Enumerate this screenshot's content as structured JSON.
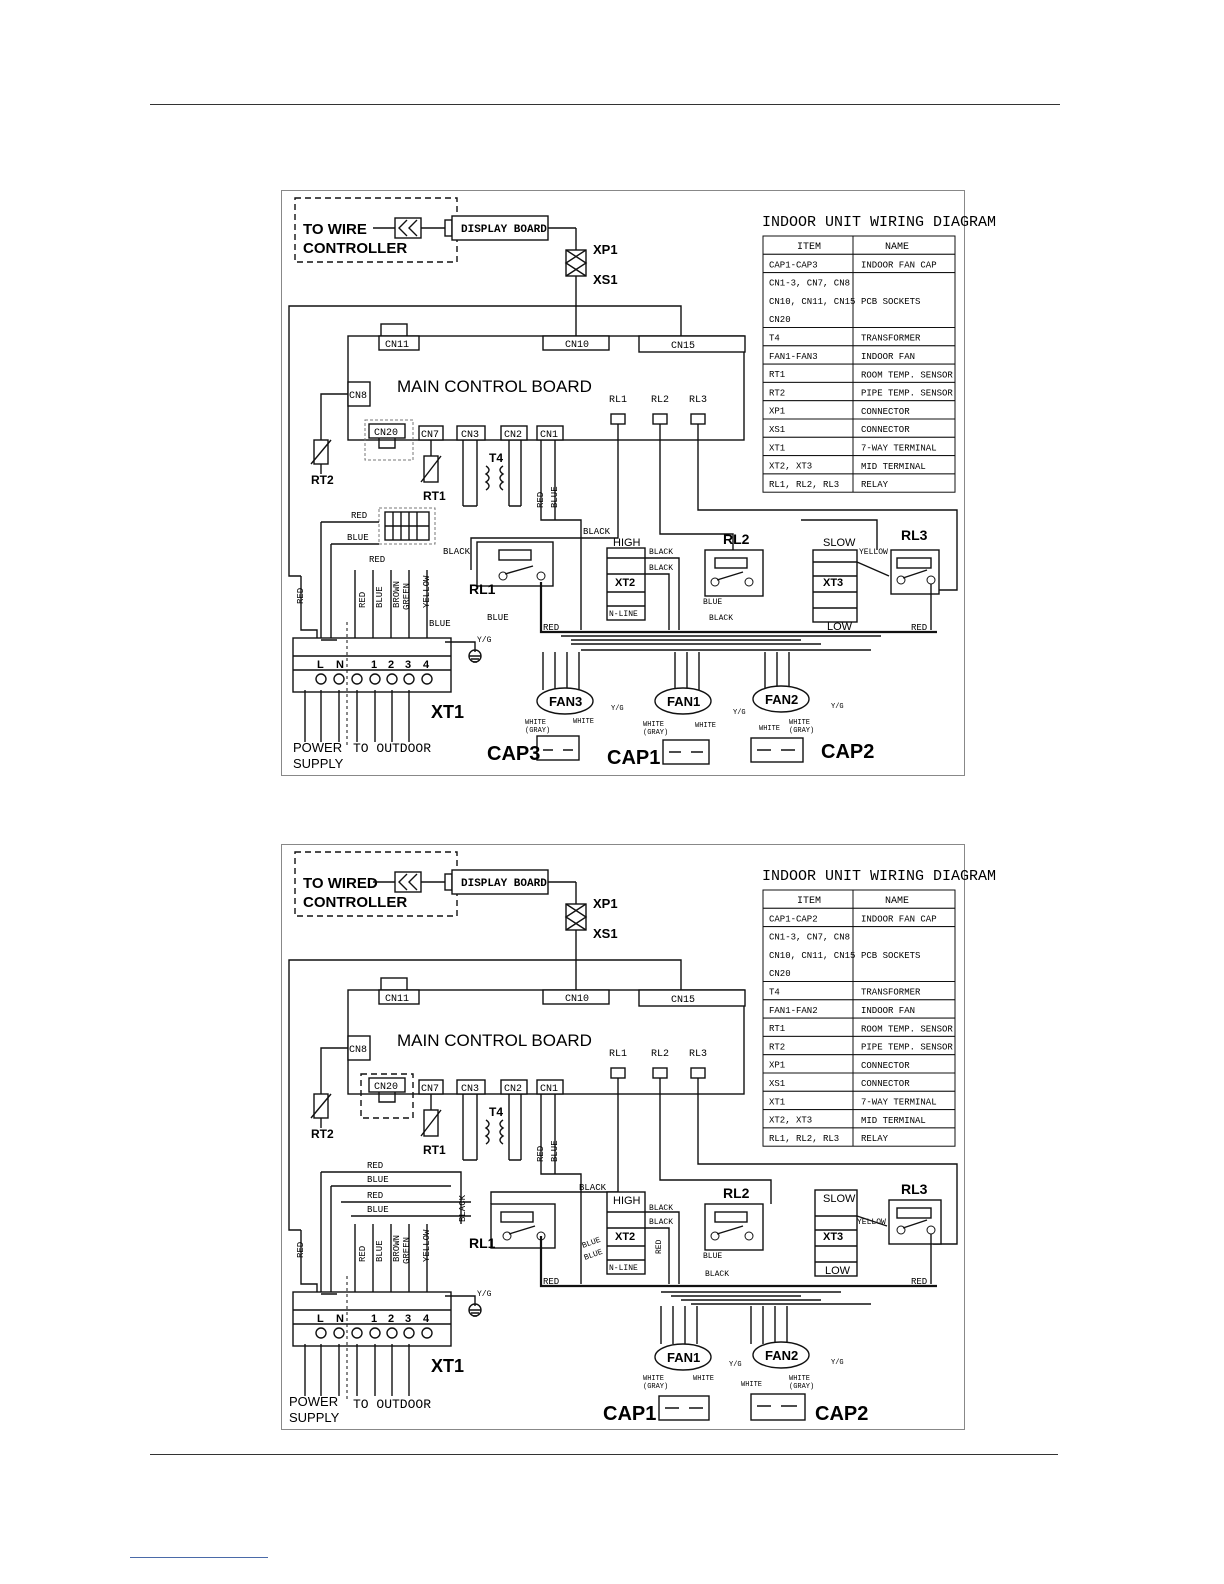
{
  "diagram1": {
    "title": "INDOOR UNIT WIRING DIAGRAM",
    "controller_label": [
      "TO WIRE",
      "CONTROLLER"
    ],
    "display_board": "DISPLAY BOARD",
    "xp1": "XP1",
    "xs1": "XS1",
    "main_board": "MAIN CONTROL BOARD",
    "sockets": {
      "cn11": "CN11",
      "cn10": "CN10",
      "cn15": "CN15",
      "cn8": "CN8",
      "cn20": "CN20",
      "cn7": "CN7",
      "cn3": "CN3",
      "cn2": "CN2",
      "cn1": "CN1"
    },
    "relays": {
      "rl1": "RL1",
      "rl2": "RL2",
      "rl3": "RL3"
    },
    "t4": "T4",
    "rt1": "RT1",
    "rt2": "RT2",
    "xt1": "XT1",
    "xt2": "XT2",
    "xt3": "XT3",
    "high": "HIGH",
    "slow": "SLOW",
    "low": "LOW",
    "nline": "N-LINE",
    "terminals": [
      "L",
      "N",
      "1",
      "2",
      "3",
      "4"
    ],
    "power_supply": [
      "POWER",
      "SUPPLY"
    ],
    "to_outdoor": "TO OUTDOOR",
    "fans": {
      "fan1": "FAN1",
      "fan2": "FAN2",
      "fan3": "FAN3"
    },
    "caps": {
      "cap1": "CAP1",
      "cap2": "CAP2",
      "cap3": "CAP3"
    },
    "wire_labels": {
      "red": "RED",
      "blue": "BLUE",
      "black": "BLACK",
      "yellow": "YELLOW",
      "brown": "BROWN",
      "green": "GREEN",
      "yg": "Y/G",
      "white": "WHITE",
      "gray": "(GRAY)"
    },
    "table_head": [
      "ITEM",
      "NAME"
    ],
    "table_rows": [
      [
        "CAP1-CAP3",
        "INDOOR FAN CAP"
      ],
      [
        "CN1-3, CN7, CN8\nCN10, CN11, CN15\nCN20",
        "PCB SOCKETS"
      ],
      [
        "T4",
        "TRANSFORMER"
      ],
      [
        "FAN1-FAN3",
        "INDOOR FAN"
      ],
      [
        "RT1",
        "ROOM TEMP. SENSOR"
      ],
      [
        "RT2",
        "PIPE TEMP. SENSOR"
      ],
      [
        "XP1",
        "CONNECTOR"
      ],
      [
        "XS1",
        "CONNECTOR"
      ],
      [
        "XT1",
        "7-WAY TERMINAL"
      ],
      [
        "XT2, XT3",
        "MID TERMINAL"
      ],
      [
        "RL1, RL2, RL3",
        "RELAY"
      ]
    ]
  },
  "diagram2": {
    "title": "INDOOR UNIT WIRING DIAGRAM",
    "controller_label": [
      "TO WIRED",
      "CONTROLLER"
    ],
    "display_board": "DISPLAY BOARD",
    "xp1": "XP1",
    "xs1": "XS1",
    "main_board": "MAIN CONTROL BOARD",
    "sockets": {
      "cn11": "CN11",
      "cn10": "CN10",
      "cn15": "CN15",
      "cn8": "CN8",
      "cn20": "CN20",
      "cn7": "CN7",
      "cn3": "CN3",
      "cn2": "CN2",
      "cn1": "CN1"
    },
    "relays": {
      "rl1": "RL1",
      "rl2": "RL2",
      "rl3": "RL3"
    },
    "t4": "T4",
    "rt1": "RT1",
    "rt2": "RT2",
    "xt1": "XT1",
    "xt2": "XT2",
    "xt3": "XT3",
    "high": "HIGH",
    "slow": "SLOW",
    "low": "LOW",
    "nline": "N-LINE",
    "terminals": [
      "L",
      "N",
      "1",
      "2",
      "3",
      "4"
    ],
    "power_supply": [
      "POWER",
      "SUPPLY"
    ],
    "to_outdoor": "TO OUTDOOR",
    "fans": {
      "fan1": "FAN1",
      "fan2": "FAN2"
    },
    "caps": {
      "cap1": "CAP1",
      "cap2": "CAP2"
    },
    "wire_labels": {
      "red": "RED",
      "blue": "BLUE",
      "black": "BLACK",
      "yellow": "YELLOW",
      "brown": "BROWN",
      "green": "GREEN",
      "yg": "Y/G",
      "white": "WHITE",
      "gray": "(GRAY)"
    },
    "table_head": [
      "ITEM",
      "NAME"
    ],
    "table_rows": [
      [
        "CAP1-CAP2",
        "INDOOR FAN CAP"
      ],
      [
        "CN1-3, CN7, CN8\nCN10, CN11, CN15\nCN20",
        "PCB SOCKETS"
      ],
      [
        "T4",
        "TRANSFORMER"
      ],
      [
        "FAN1-FAN2",
        "INDOOR FAN"
      ],
      [
        "RT1",
        "ROOM TEMP. SENSOR"
      ],
      [
        "RT2",
        "PIPE TEMP. SENSOR"
      ],
      [
        "XP1",
        "CONNECTOR"
      ],
      [
        "XS1",
        "CONNECTOR"
      ],
      [
        "XT1",
        "7-WAY TERMINAL"
      ],
      [
        "XT2, XT3",
        "MID TERMINAL"
      ],
      [
        "RL1, RL2, RL3",
        "RELAY"
      ]
    ]
  }
}
